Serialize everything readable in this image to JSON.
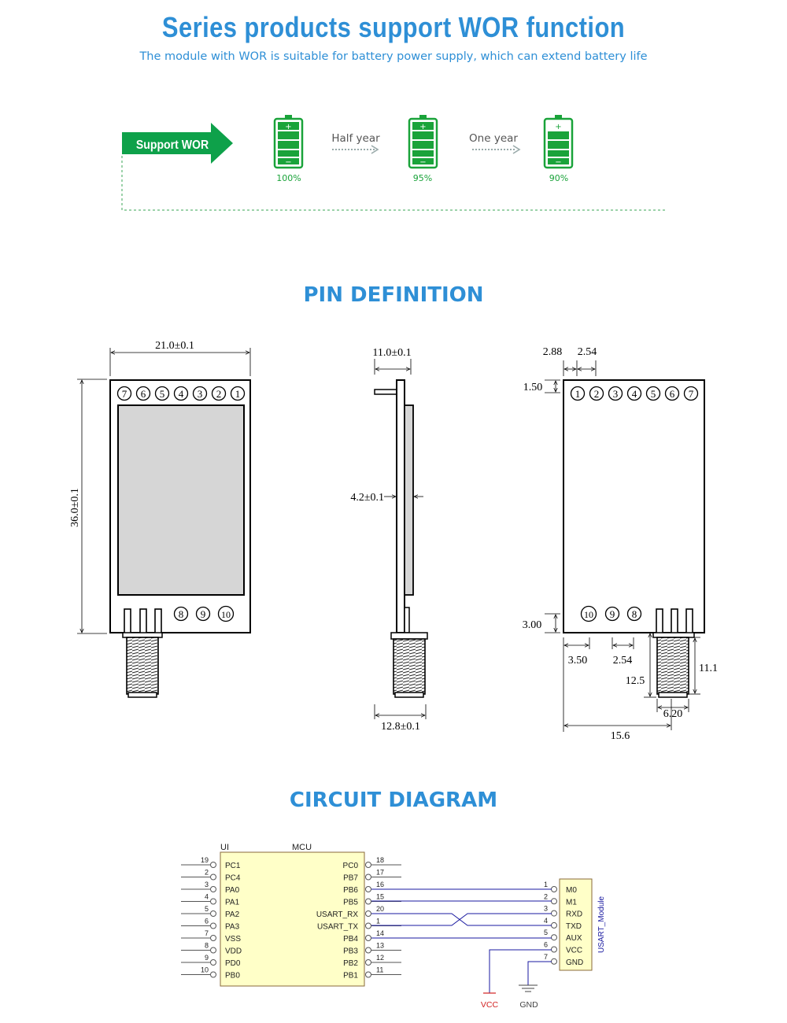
{
  "wor": {
    "title": "Series products support WOR function",
    "subtitle": "The module with WOR is suitable for battery power supply, which can extend battery life",
    "arrow_label": "Support WOR",
    "batteries": [
      {
        "level_label": "100%",
        "charge_fraction": 1.0
      },
      {
        "level_label": "95%",
        "charge_fraction": 0.95
      },
      {
        "level_label": "90%",
        "charge_fraction": 0.9
      }
    ],
    "intervals": [
      "Half year",
      "One year"
    ],
    "battery_plus": "+",
    "battery_minus": "−",
    "accent_color": "#2e8fd6",
    "battery_color": "#1aa33a"
  },
  "pin_definition": {
    "title": "PIN DEFINITION",
    "front": {
      "width_dim": "21.0±0.1",
      "height_dim": "36.0±0.1",
      "top_pins": [
        "7",
        "6",
        "5",
        "4",
        "3",
        "2",
        "1"
      ],
      "bottom_pins": [
        "8",
        "9",
        "10"
      ]
    },
    "side": {
      "top_dim": "11.0±0.1",
      "thickness_dim": "4.2±0.1",
      "bottom_dim": "12.8±0.1"
    },
    "back": {
      "dim_288": "2.88",
      "dim_254_top": "2.54",
      "dim_150": "1.50",
      "dim_300": "3.00",
      "dim_350": "3.50",
      "dim_254_bottom": "2.54",
      "dim_125": "12.5",
      "dim_111": "11.1",
      "dim_620": "6.20",
      "dim_156": "15.6",
      "top_pins": [
        "1",
        "2",
        "3",
        "4",
        "5",
        "6",
        "7"
      ],
      "bottom_pins": [
        "10",
        "9",
        "8"
      ]
    }
  },
  "circuit": {
    "title": "CIRCUIT DIAGRAM",
    "mcu_label": "MCU",
    "ui_label": "UI",
    "module_label": "USART_Module",
    "vcc_label": "VCC",
    "gnd_label": "GND",
    "mcu_left_pins": [
      {
        "num": "19",
        "name": "PC1"
      },
      {
        "num": "2",
        "name": "PC4"
      },
      {
        "num": "3",
        "name": "PA0"
      },
      {
        "num": "4",
        "name": "PA1"
      },
      {
        "num": "5",
        "name": "PA2"
      },
      {
        "num": "6",
        "name": "PA3"
      },
      {
        "num": "7",
        "name": "VSS"
      },
      {
        "num": "8",
        "name": "VDD"
      },
      {
        "num": "9",
        "name": "PD0"
      },
      {
        "num": "10",
        "name": "PB0"
      }
    ],
    "mcu_right_pins": [
      {
        "num": "18",
        "name": "PC0"
      },
      {
        "num": "17",
        "name": "PB7"
      },
      {
        "num": "16",
        "name": "PB6"
      },
      {
        "num": "15",
        "name": "PB5"
      },
      {
        "num": "20",
        "name": "USART_RX"
      },
      {
        "num": "1",
        "name": "USART_TX"
      },
      {
        "num": "14",
        "name": "PB4"
      },
      {
        "num": "13",
        "name": "PB3"
      },
      {
        "num": "12",
        "name": "PB2"
      },
      {
        "num": "11",
        "name": "PB1"
      }
    ],
    "module_pins": [
      {
        "num": "1",
        "name": "M0"
      },
      {
        "num": "2",
        "name": "M1"
      },
      {
        "num": "3",
        "name": "RXD"
      },
      {
        "num": "4",
        "name": "TXD"
      },
      {
        "num": "5",
        "name": "AUX"
      },
      {
        "num": "6",
        "name": "VCC"
      },
      {
        "num": "7",
        "name": "GND"
      }
    ],
    "wire_color": "#1a1aa0",
    "vcc_color": "#d22222",
    "mcu_fill": "#ffffc8"
  }
}
